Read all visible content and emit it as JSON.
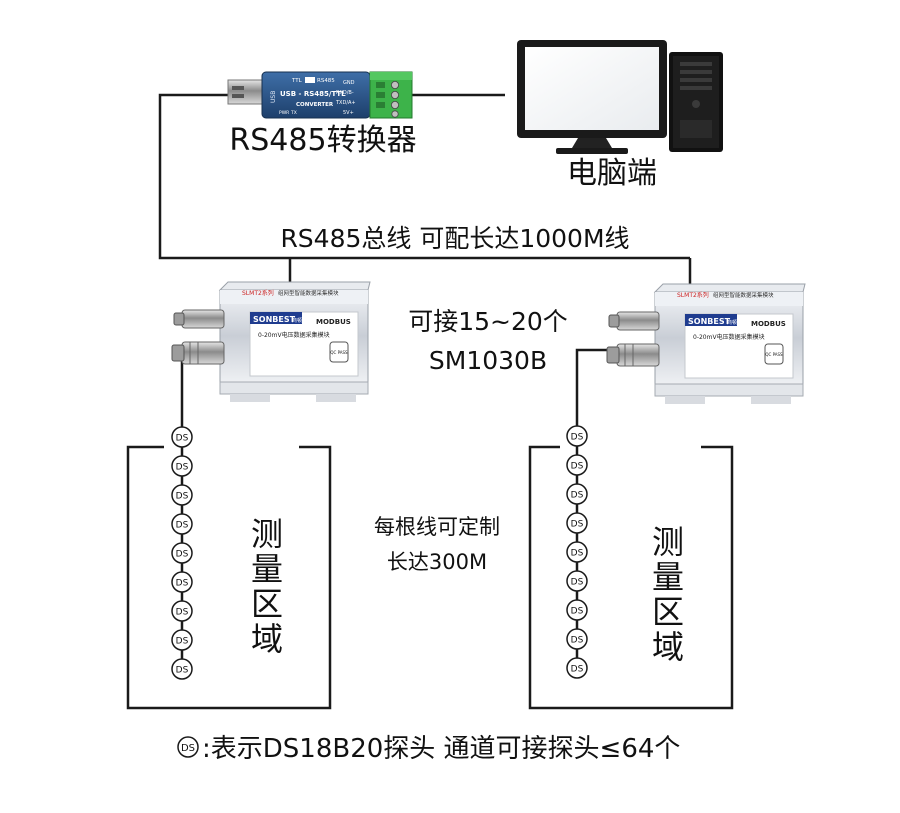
{
  "converter": {
    "label": "RS485转换器",
    "device_title": "USB - RS485/TTL",
    "device_subtitle": "CONVERTER",
    "mode_labels": [
      "TTL",
      "RS485"
    ],
    "pin_labels": [
      "GND",
      "RXD/B-",
      "TXD/A+",
      "5V+"
    ],
    "usb_label": "USB",
    "led_labels": [
      "PWR",
      "TX"
    ]
  },
  "computer": {
    "label": "电脑端"
  },
  "bus": {
    "label": "RS485总线 可配长达1000M线"
  },
  "module": {
    "series": "SLMT2系列",
    "name": "组网型智能数据采集模块",
    "brand": "SONBEST",
    "brand_cn": "商顿",
    "protocol": "MODBUS",
    "subtitle": "0-20mV电压数据采集模块",
    "badge": "QC PASS"
  },
  "module_count": {
    "line1": "可接15~20个",
    "line2": "SM1030B"
  },
  "cable": {
    "line1": "每根线可定制",
    "line2": "长达300M"
  },
  "zone": {
    "chars": [
      "测",
      "量",
      "区",
      "域"
    ]
  },
  "probe": {
    "short": "DS"
  },
  "legend": {
    "symbol": "DS",
    "text": ":表示DS18B20探头 通道可接探头≤64个"
  }
}
